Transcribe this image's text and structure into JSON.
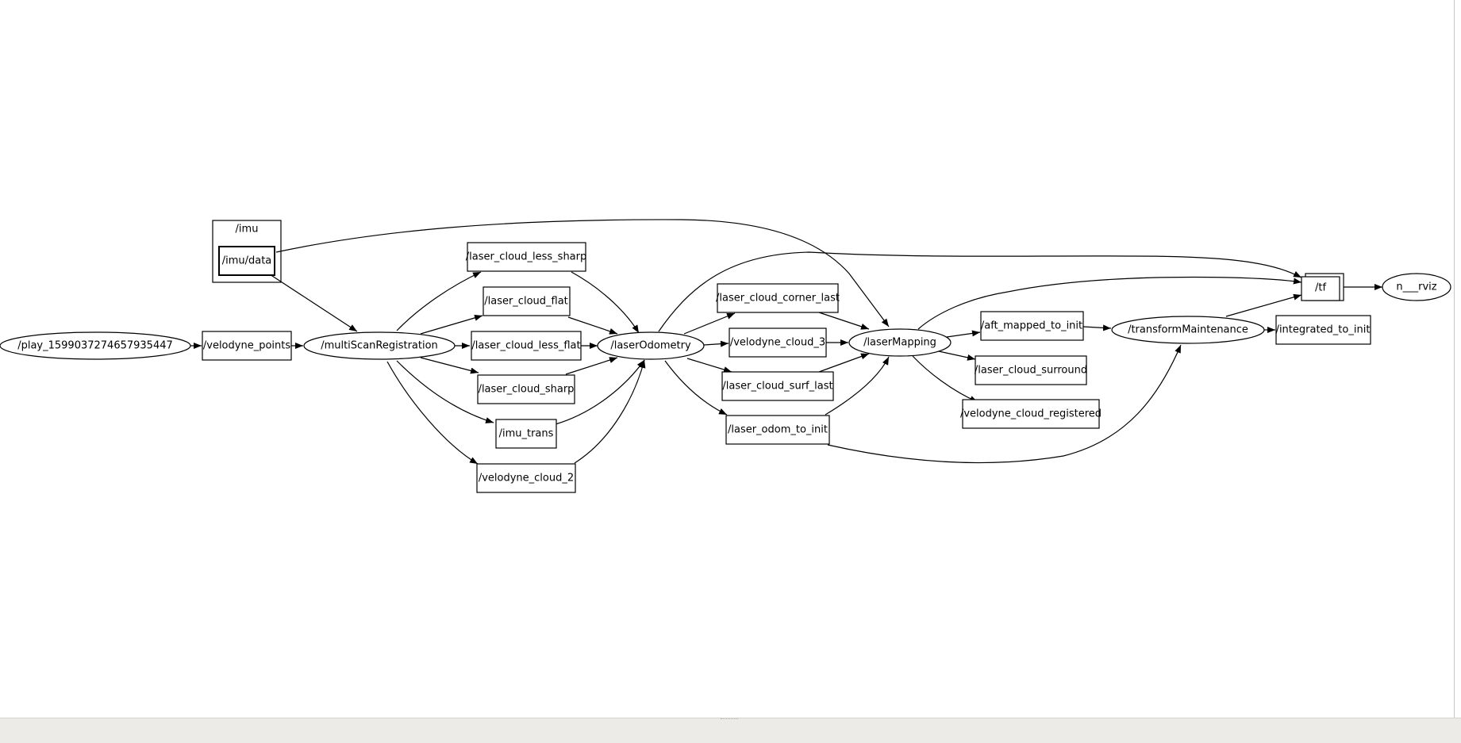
{
  "graph": {
    "namespace": "/imu",
    "nodes": {
      "play": "/play_1599037274657935447",
      "velodyne_points": "/velodyne_points",
      "multiScanRegistration": "/multiScanRegistration",
      "imu_data": "/imu/data",
      "laser_cloud_less_sharp": "/laser_cloud_less_sharp",
      "laser_cloud_flat": "/laser_cloud_flat",
      "laser_cloud_less_flat": "/laser_cloud_less_flat",
      "laser_cloud_sharp": "/laser_cloud_sharp",
      "imu_trans": "/imu_trans",
      "velodyne_cloud_2": "/velodyne_cloud_2",
      "laserOdometry": "/laserOdometry",
      "laser_cloud_corner_last": "/laser_cloud_corner_last",
      "velodyne_cloud_3": "/velodyne_cloud_3",
      "laser_cloud_surf_last": "/laser_cloud_surf_last",
      "laser_odom_to_init": "/laser_odom_to_init",
      "laserMapping": "/laserMapping",
      "aft_mapped_to_init": "/aft_mapped_to_init",
      "laser_cloud_surround": "/laser_cloud_surround",
      "velodyne_cloud_registered": "/velodyne_cloud_registered",
      "transformMaintenance": "/transformMaintenance",
      "integrated_to_init": "/integrated_to_init",
      "tf": "/tf",
      "rviz": "n___rviz"
    }
  }
}
